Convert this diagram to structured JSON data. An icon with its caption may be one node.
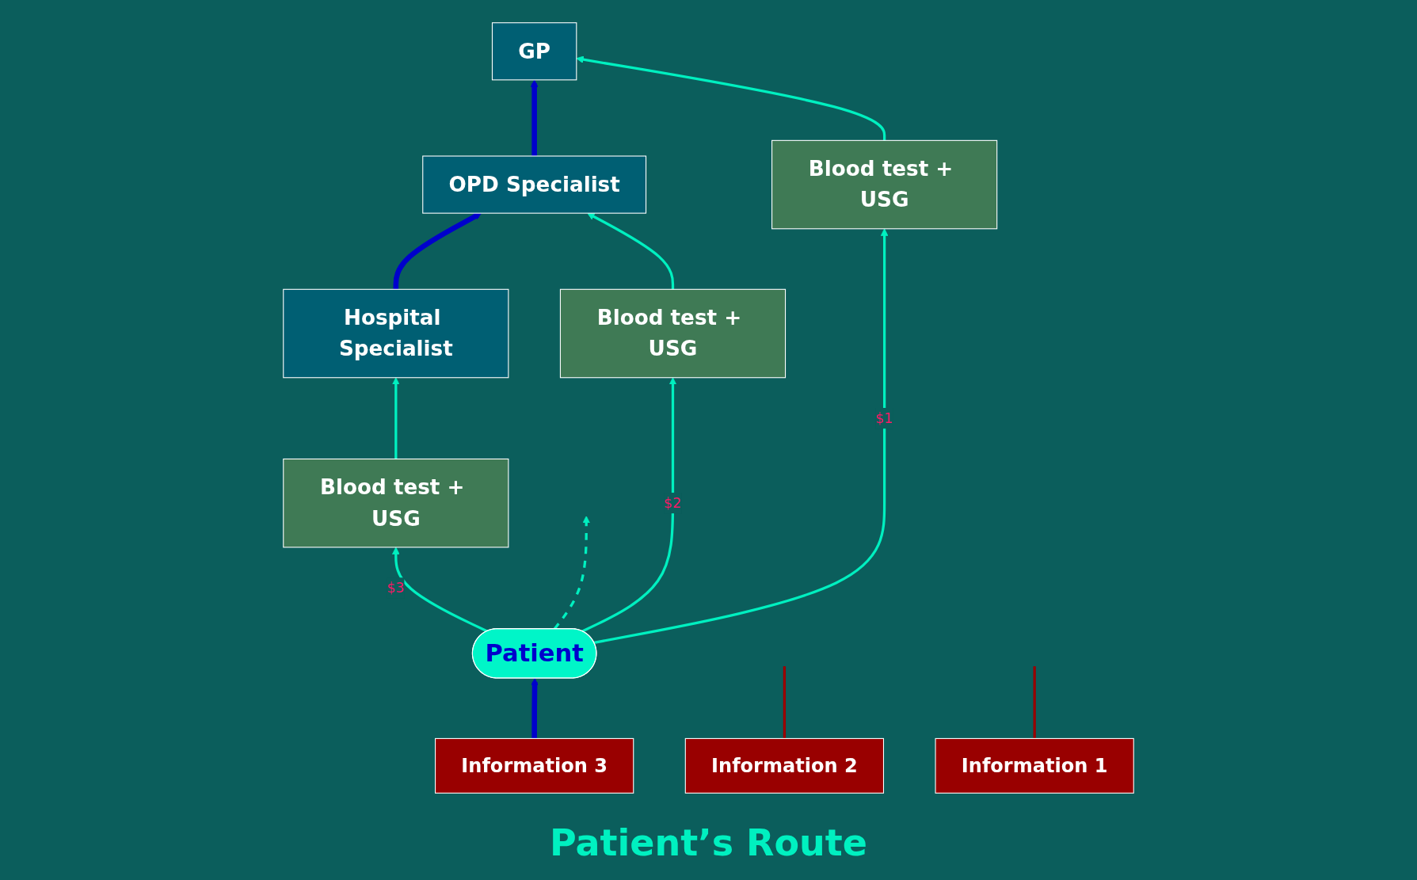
{
  "diagram": {
    "nodes": [
      {
        "text": [
          "Information 3"
        ]
      },
      {
        "text": [
          "Information 2"
        ]
      },
      {
        "text": [
          "Information 1"
        ]
      },
      {
        "text": [
          "GP"
        ]
      },
      {
        "text": [
          "OPD Specialist"
        ]
      },
      {
        "text": [
          "Hospital Specialist"
        ]
      },
      {
        "text": [
          "Blood test + USG"
        ]
      },
      {
        "text": [
          "Blood test + USG"
        ]
      },
      {
        "text": [
          "Blood test + USG"
        ]
      },
      {
        "text": [
          "Patient"
        ]
      }
    ],
    "edges": [
      {
        "from": 0,
        "to": 9,
        "arrow": "to",
        "style": "thick",
        "color": "#0000cc"
      },
      {
        "from": 1,
        "to": null,
        "arrow": "none",
        "color": "#990000"
      },
      {
        "from": 4,
        "to": 3,
        "arrow": "to",
        "style": "thick",
        "color": "#0000cc"
      },
      {
        "from": 2,
        "to": null,
        "arrow": "none",
        "color": "#990000"
      },
      {
        "from": 5,
        "to": 4,
        "arrow": "to",
        "style": "thick",
        "color": "#0000cc"
      },
      {
        "from": 6,
        "to": 3,
        "arrow": "to"
      },
      {
        "from": 7,
        "to": 4,
        "arrow": "to"
      },
      {
        "from": 8,
        "to": 5,
        "arrow": "to"
      },
      {
        "from": 9,
        "to": 6,
        "arrow": "to",
        "label": "$1"
      },
      {
        "from": 9,
        "to": 7,
        "arrow": "to",
        "label": "$2"
      },
      {
        "from": 9,
        "to": 8,
        "arrow": "to",
        "label": "$3"
      },
      {
        "from": 9,
        "to": null,
        "arrow": "to",
        "style": "dashed"
      }
    ],
    "labels": [
      "Patient’s Route"
    ]
  }
}
